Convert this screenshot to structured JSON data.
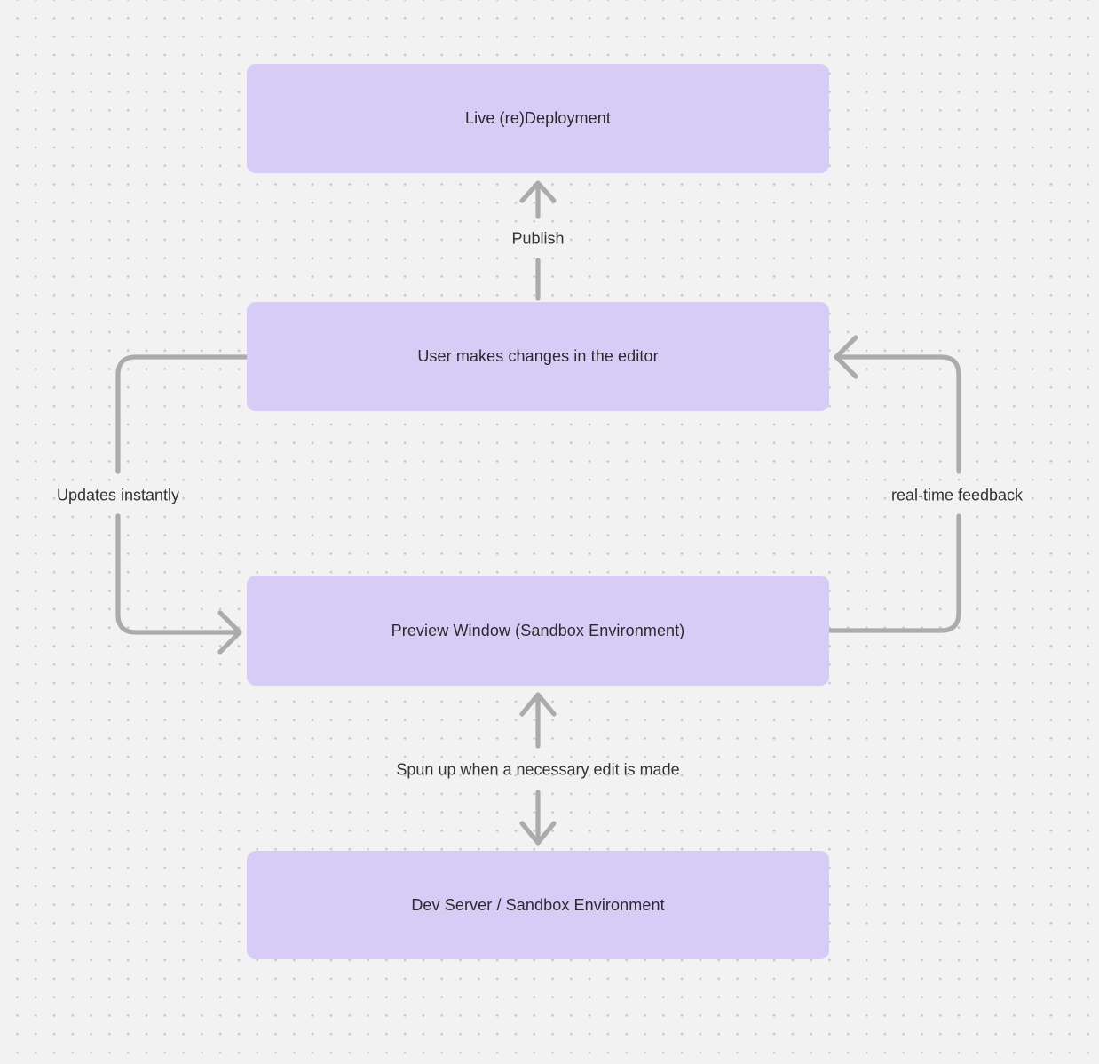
{
  "diagram": {
    "type": "flowchart",
    "nodes": [
      {
        "id": "live",
        "label": "Live (re)Deployment"
      },
      {
        "id": "user",
        "label": "User makes changes in the editor"
      },
      {
        "id": "preview",
        "label": "Preview Window (Sandbox Environment)"
      },
      {
        "id": "dev",
        "label": "Dev Server / Sandbox Environment"
      }
    ],
    "edges": [
      {
        "id": "publish",
        "from": "user",
        "to": "live",
        "label": "Publish",
        "style": "straight-up-arrow"
      },
      {
        "id": "updates",
        "from": "user",
        "to": "preview",
        "label": "Updates instantly",
        "style": "curved-left-down-arrow"
      },
      {
        "id": "feedback",
        "from": "preview",
        "to": "user",
        "label": "real-time feedback",
        "style": "curved-right-up-arrow"
      },
      {
        "id": "spun",
        "from": "preview",
        "to": "dev",
        "label": "Spun up when a necessary edit is made",
        "style": "bidirectional-vertical-arrow"
      }
    ],
    "colors": {
      "background": "#f2f2f2",
      "dot": "#c8c8c8",
      "node_fill": "#d6ccf6",
      "node_text": "#2b2b2e",
      "edge": "#ababab",
      "edge_label": "#333333"
    }
  }
}
